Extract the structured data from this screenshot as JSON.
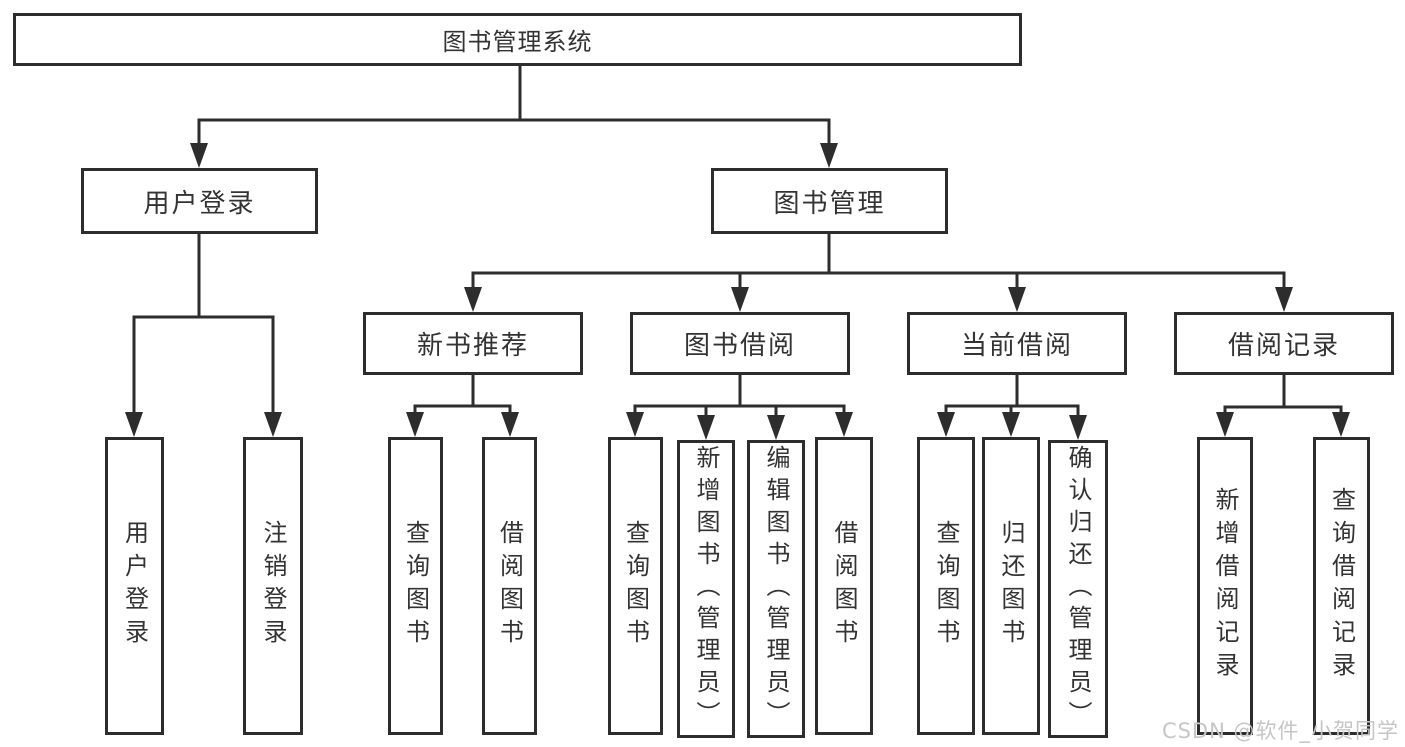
{
  "tree": {
    "root": "图书管理系统",
    "branches": [
      {
        "label": "用户登录",
        "children": [
          "用户登录",
          "注销登录"
        ]
      },
      {
        "label": "图书管理",
        "groups": [
          {
            "label": "新书推荐",
            "children": [
              "查询图书",
              "借阅图书"
            ]
          },
          {
            "label": "图书借阅",
            "children": [
              "查询图书",
              "新增图书（管理员）",
              "编辑图书（管理员）",
              "借阅图书"
            ]
          },
          {
            "label": "当前借阅",
            "children": [
              "查询图书",
              "归还图书",
              "确认归还（管理员）"
            ]
          },
          {
            "label": "借阅记录",
            "children": [
              "新增借阅记录",
              "查询借阅记录"
            ]
          }
        ]
      }
    ]
  },
  "watermark": "CSDN @软件_小贺同学",
  "colors": {
    "line": "#2d2d2d",
    "text": "#333333",
    "watermark": "#c6c6c6"
  }
}
